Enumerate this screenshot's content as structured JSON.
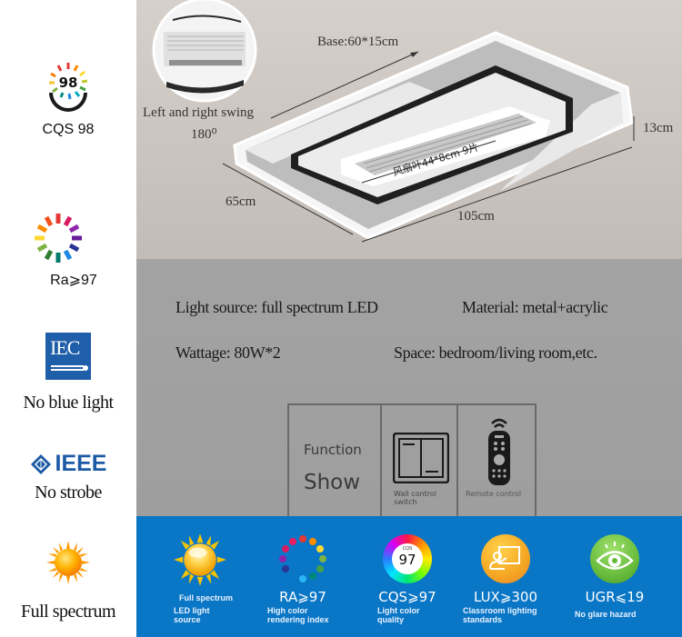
{
  "certifications": [
    {
      "id": "cqs",
      "icon": "cqs-rainbow-badge-icon",
      "badge_number": "98",
      "label": "CQS 98"
    },
    {
      "id": "ra",
      "icon": "color-wheel-icon",
      "label": "Ra⩾97"
    },
    {
      "id": "iec",
      "icon": "iec-logo-icon",
      "logo_text": "IEC",
      "label": "No blue light"
    },
    {
      "id": "ieee",
      "icon": "ieee-logo-icon",
      "logo_text": "IEEE",
      "label": "No strobe"
    },
    {
      "id": "full-spectrum",
      "icon": "sun-icon",
      "label": "Full spectrum"
    }
  ],
  "product_diagram": {
    "base": "Base:60*15cm",
    "swing_label": "Left and right swing",
    "swing_angle": "180⁰",
    "depth": "65cm",
    "length": "105cm",
    "height": "13cm",
    "fan_blade": "风扇叶44*8cm 9片"
  },
  "specs": {
    "light_source": "Light source: full spectrum LED",
    "material": "Material: metal+acrylic",
    "wattage": "Wattage: 80W*2",
    "space": "Space: bedroom/living room,etc."
  },
  "function_show": {
    "title_1": "Function",
    "title_2": "Show",
    "wall_switch": "Wall control switch",
    "remote": "Remote control"
  },
  "features": [
    {
      "icon": "sun-icon",
      "value": "",
      "desc_1": "Full spectrum",
      "desc_2": "LED light source"
    },
    {
      "icon": "color-dots-icon",
      "value": "RA⩾97",
      "desc_1": "High color",
      "desc_2": "rendering index"
    },
    {
      "icon": "cqs-wheel-icon",
      "badge": "97",
      "badge_top": "CQS",
      "value": "CQS⩾97",
      "desc_1": "Light color",
      "desc_2": "quality"
    },
    {
      "icon": "classroom-board-icon",
      "value": "LUX⩾300",
      "desc_1": "Classroom lighting",
      "desc_2": "standards"
    },
    {
      "icon": "eye-icon",
      "value": "UGR⩽19",
      "desc_1": "No glare hazard",
      "desc_2": ""
    }
  ],
  "colors": {
    "feature_bar": "#0a76c6",
    "spec_bg": "#a0a0a0",
    "product_bg": "#cec7c1",
    "iec_blue": "#1f5ea8",
    "ieee_blue": "#1c5aa5"
  }
}
